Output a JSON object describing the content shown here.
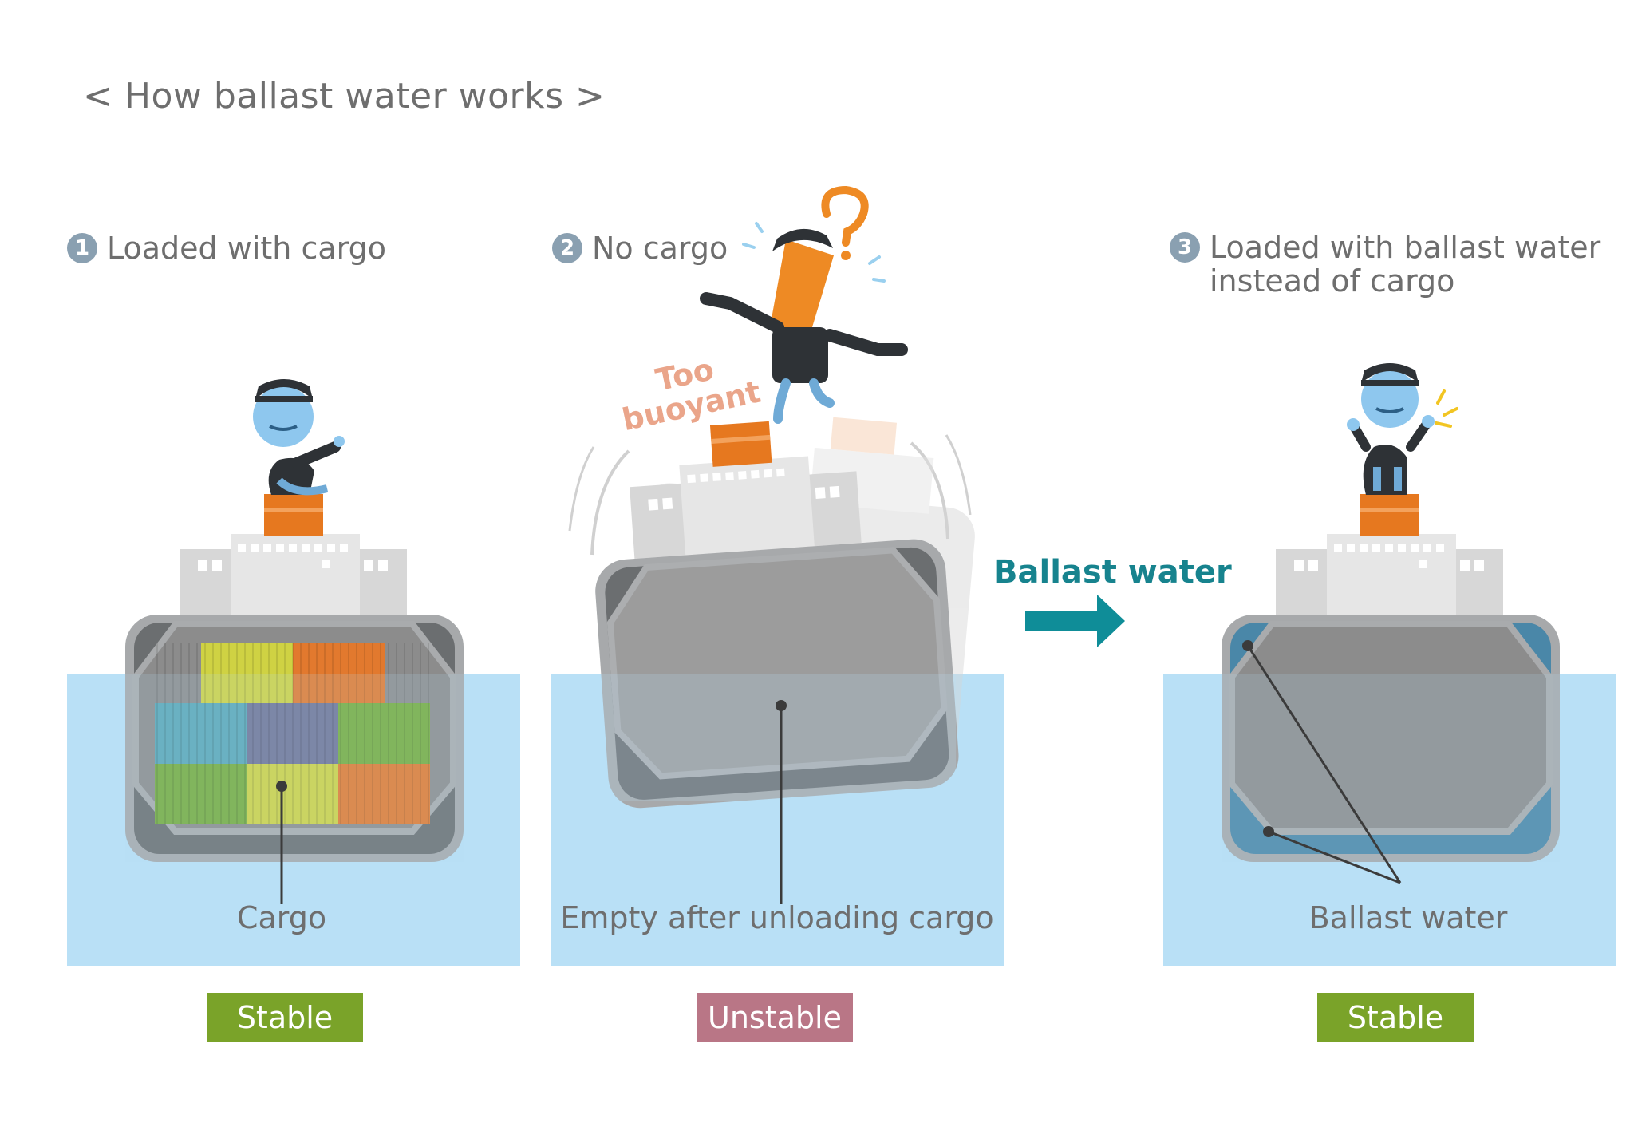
{
  "title": "< How ballast water works >",
  "panels": [
    {
      "number": "1",
      "heading": "Loaded with cargo",
      "callout": "Cargo",
      "status": "Stable",
      "status_color": "#7aa329"
    },
    {
      "number": "2",
      "heading": "No cargo",
      "callout": "Empty after unloading cargo",
      "status": "Unstable",
      "status_color": "#b97686",
      "exclaim_line1": "Too",
      "exclaim_line2": "buoyant"
    },
    {
      "number": "3",
      "heading_line1": "Loaded with ballast water",
      "heading_line2": "instead of cargo",
      "callout": "Ballast water",
      "status": "Stable",
      "status_color": "#7aa329"
    }
  ],
  "arrow_label": "Ballast water",
  "colors": {
    "water": "#b9e0f6",
    "hull_dark": "#6b6e70",
    "hull_rim": "#a7a9ab",
    "hold_fill": "#8c8c8c",
    "ballast": "#4a87a8",
    "arrow": "#0f8d98",
    "cargo_box": "#e6781f"
  },
  "icons": {
    "captain": "captain-character-icon",
    "question": "question-mark-icon"
  }
}
